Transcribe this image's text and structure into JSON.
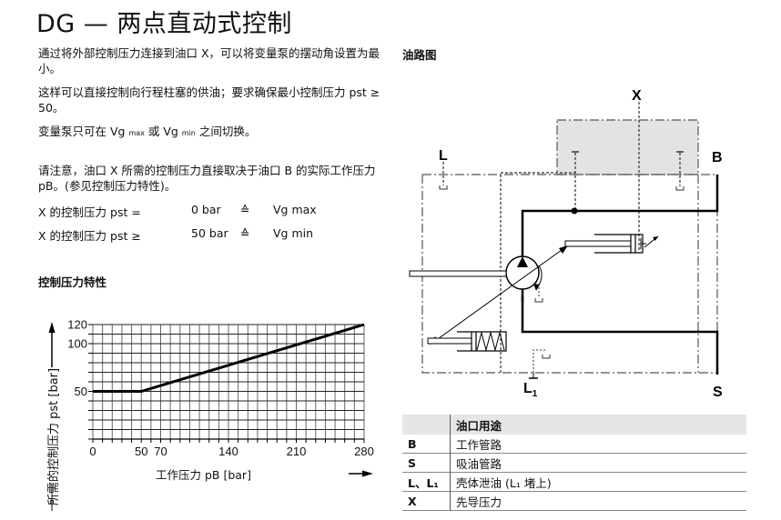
{
  "page": {
    "title": "DG — 两点直动式控制"
  },
  "left": {
    "paragraphs": [
      "通过将外部控制压力连接到油口 X，可以将变量泵的摆动角设置为最小。",
      "这样可以直接控制向行程柱塞的供油；要求确保最小控制压力 pst ≥ 50。"
    ],
    "switch_text": {
      "prefix": "变量泵只可在 Vg ",
      "sub1": "max",
      "mid": " 或 Vg ",
      "sub2": "min",
      "suffix": " 之间切换。"
    },
    "note": "请注意，油口 X 所需的控制压力直接取决于油口 B 的实际工作压力 pB。(参见控制压力特性)。",
    "pressure_rows": [
      {
        "label": "X 的控制压力 pst =",
        "value": "0 bar",
        "symbol": "≙",
        "result": "Vg max"
      },
      {
        "label": "X 的控制压力 pst ≥",
        "value": "50 bar",
        "symbol": "≙",
        "result": "Vg min"
      }
    ],
    "chart_heading": "控制压力特性"
  },
  "chart_data": {
    "type": "line",
    "title": "控制压力特性",
    "xlabel": "工作压力 pB [bar]",
    "ylabel": "所需的控制压力 pst [bar]",
    "x_ticks": [
      0,
      50,
      70,
      140,
      210,
      280
    ],
    "y_ticks": [
      50,
      100,
      120
    ],
    "xlim": [
      0,
      280
    ],
    "ylim": [
      0,
      120
    ],
    "grid": true,
    "grid_step_x": 10,
    "grid_step_y": 10,
    "series": [
      {
        "name": "pst",
        "x": [
          0,
          50,
          280
        ],
        "y": [
          50,
          50,
          120
        ]
      }
    ]
  },
  "right": {
    "circuit_heading": "油路图",
    "ports": {
      "X": "X",
      "L": "L",
      "B": "B",
      "S": "S",
      "L1_main": "L",
      "L1_sub": "1"
    }
  },
  "ports_table": {
    "header": [
      "",
      "油口用途"
    ],
    "rows": [
      {
        "port": "B",
        "use": "工作管路"
      },
      {
        "port": "S",
        "use": "吸油管路"
      },
      {
        "port": "L、L₁",
        "use": "壳体泄油 (L₁ 堵上)"
      },
      {
        "port": "X",
        "use": "先导压力"
      }
    ]
  }
}
